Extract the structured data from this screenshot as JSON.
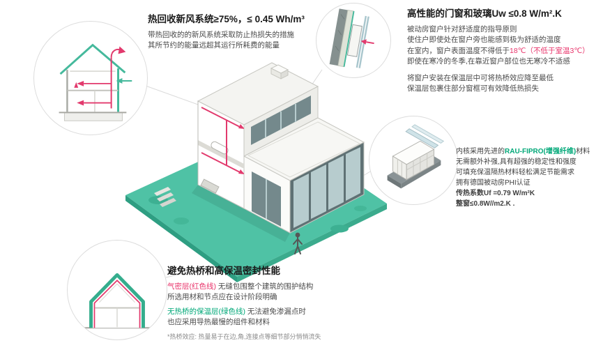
{
  "colors": {
    "accent_red": "#e8336a",
    "accent_green": "#00a878",
    "base_teal": "#4fc2a5",
    "title_text": "#1a1a1a",
    "body_text": "#4a4a4a",
    "circle_border": "#dcdcdc"
  },
  "hrv": {
    "title": "热回收新风系统≥75%，≤ 0.45 Wh/m³",
    "line1": "带热回收的的新风系统采取防止热损失的措施",
    "line2": "其所节约的能量远超其运行所耗费的能量"
  },
  "windows": {
    "title": "高性能的门窗和玻璃Uw ≤0.8 W/m².K",
    "line1": "被动房窗户针对舒适度的指导原则",
    "line2": "使住户即使处在窗户旁也能感到极为舒适的温度",
    "line3_pre": "在室内，窗户表面温度不得低于",
    "line3_red1": "18℃",
    "line3_red2": "（不低于室温3℃）",
    "line4": "即使在寒冷的冬季,在靠近窗户部位也无寒冷不适感",
    "line5": "将窗户安装在保温层中可将热桥效应降至最低",
    "line6": "保温层包裹住部分窗框可有效降低热损失"
  },
  "profile": {
    "line1_pre": "内核采用先进的",
    "line1_green": "RAU-FIPRO(增强纤维)",
    "line1_post": "材料",
    "line2": "无需额外补强,具有超强的稳定性和强度",
    "line3": "可填充保温隔热材料轻松满足节能需求",
    "line4": "拥有德国被动房PHI认证",
    "line5": "传热系数Uf =0.79 W/m²K",
    "line6": "整窗≤0.8W//m2.K ."
  },
  "thermal": {
    "title": "避免热桥和高保温密封性能",
    "line1_red": "气密层(红色线)",
    "line1_rest": " 无缝包围整个建筑的围护结构",
    "line2": "所选用材和节点应在设计阶段明确",
    "line3_green": "无热桥的保温层(绿色线)",
    "line3_rest": " 无法避免渗漏点时",
    "line4": "也应采用导热最慢的组件和材料",
    "footnote": "*热桥效应: 热量易于在边,角,连接点等细节部分悄悄流失"
  },
  "illustrations": {
    "main": "passive-house-isometric-cutaway",
    "hrv_circle": "hrv-house-cross-section-icon",
    "window_install_circle": "window-installation-section-icon",
    "window_profile_circle": "window-frame-profile-icon",
    "thermal_circle": "thermal-envelope-cross-section-icon"
  }
}
